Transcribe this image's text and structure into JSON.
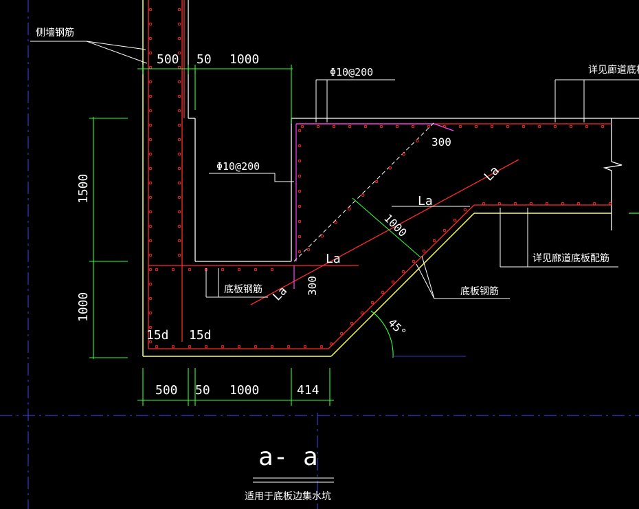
{
  "labels": {
    "side_wall_rebar": "侧墙钢筋",
    "dim_top_500": "500",
    "dim_top_50": "50",
    "dim_top_1000": "1000",
    "phi10_top": "Φ10@200",
    "phi10_mid": "Φ10@200",
    "see_corridor_top": "详见廊道底板配",
    "dim_300_top": "300",
    "la_mid": "La",
    "la_diag": "La",
    "dim_1000_diag": "1000",
    "dim_1500": "1500",
    "dim_1000_vert": "1000",
    "la_low": "La",
    "la_low_diag": "La",
    "dim_300_low": "300",
    "floor_rebar_left": "底板钢筋",
    "floor_rebar_right": "底板钢筋",
    "see_corridor_right": "详见廊道底板配筋",
    "angle_45": "45°",
    "anchor_15d_left": "15d",
    "anchor_15d_right": "15d",
    "dim_bot_500": "500",
    "dim_bot_50": "50",
    "dim_bot_1000": "1000",
    "dim_bot_414": "414",
    "section_title": "a- a",
    "section_note": "适用于底板边集水坑"
  },
  "colors": {
    "background": "#000000",
    "concrete": "#ffff66",
    "outline": "#ffffff",
    "rebar": "#ff2a2a",
    "dimension": "#33ff33",
    "magenta": "#ff44ff",
    "axis": "#3a3ac8"
  }
}
